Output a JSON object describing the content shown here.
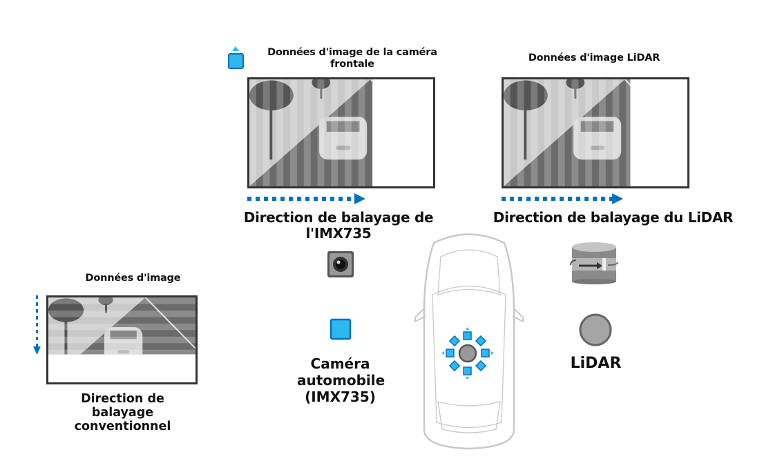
{
  "front_camera": {
    "title": "Données d'image de la caméra frontale",
    "scan_label": "Direction de balayage de l'IMX735",
    "scan_progress": 0.67
  },
  "lidar_image": {
    "title": "Données d'image LiDAR",
    "scan_label": "Direction de balayage du LiDAR",
    "scan_progress": 0.69
  },
  "conventional": {
    "title": "Données d'image",
    "scan_label": "Direction de balayage conventionnel",
    "scan_progress": 0.67
  },
  "sensors": {
    "camera_label": "Caméra automobile (IMX735)",
    "lidar_label": "LiDAR"
  },
  "colors": {
    "accent_blue": "#0070c0",
    "sensor_blue": "#2fb8f0",
    "frame": "#333333",
    "car_outline": "#c8c8c8"
  }
}
